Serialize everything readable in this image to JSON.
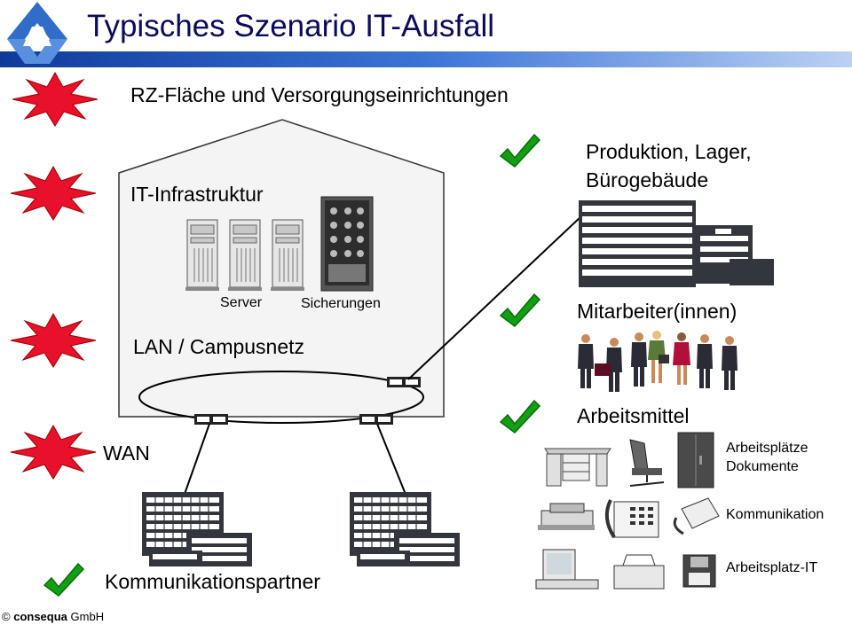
{
  "slide": {
    "title": "Typisches Szenario IT-Ausfall",
    "copyright_symbol": "©",
    "copyright_company": "consequa",
    "copyright_suffix": "GmbH"
  },
  "rows": [
    {
      "label": "RZ-Fläche und Versorgungseinrichtungen",
      "status": "failed"
    },
    {
      "label": "IT-Infrastruktur",
      "status": "failed"
    },
    {
      "label": "LAN / Campusnetz",
      "status": "failed"
    },
    {
      "label": "WAN",
      "status": "failed"
    },
    {
      "label": "Kommunikationspartner",
      "status": "ok"
    }
  ],
  "datacenter": {
    "server_label": "Server",
    "backup_label": "Sicherungen"
  },
  "right": {
    "production_label_line1": "Produktion, Lager,",
    "production_label_line2": "Bürogebäude",
    "production_status": "ok",
    "staff_label": "Mitarbeiter(innen)",
    "staff_status": "ok",
    "tools_label": "Arbeitsmittel",
    "tools_status": "ok",
    "workplaces_label_line1": "Arbeitsplätze",
    "workplaces_label_line2": "Dokumente",
    "communication_label": "Kommunikation",
    "workplace_it_label": "Arbeitsplatz-IT"
  },
  "colors": {
    "title": "#0b0b5c",
    "burst_red": "#e8102a",
    "check_green": "#12a012",
    "header_bar": "#2e66c9",
    "building_dark": "#33373d"
  }
}
